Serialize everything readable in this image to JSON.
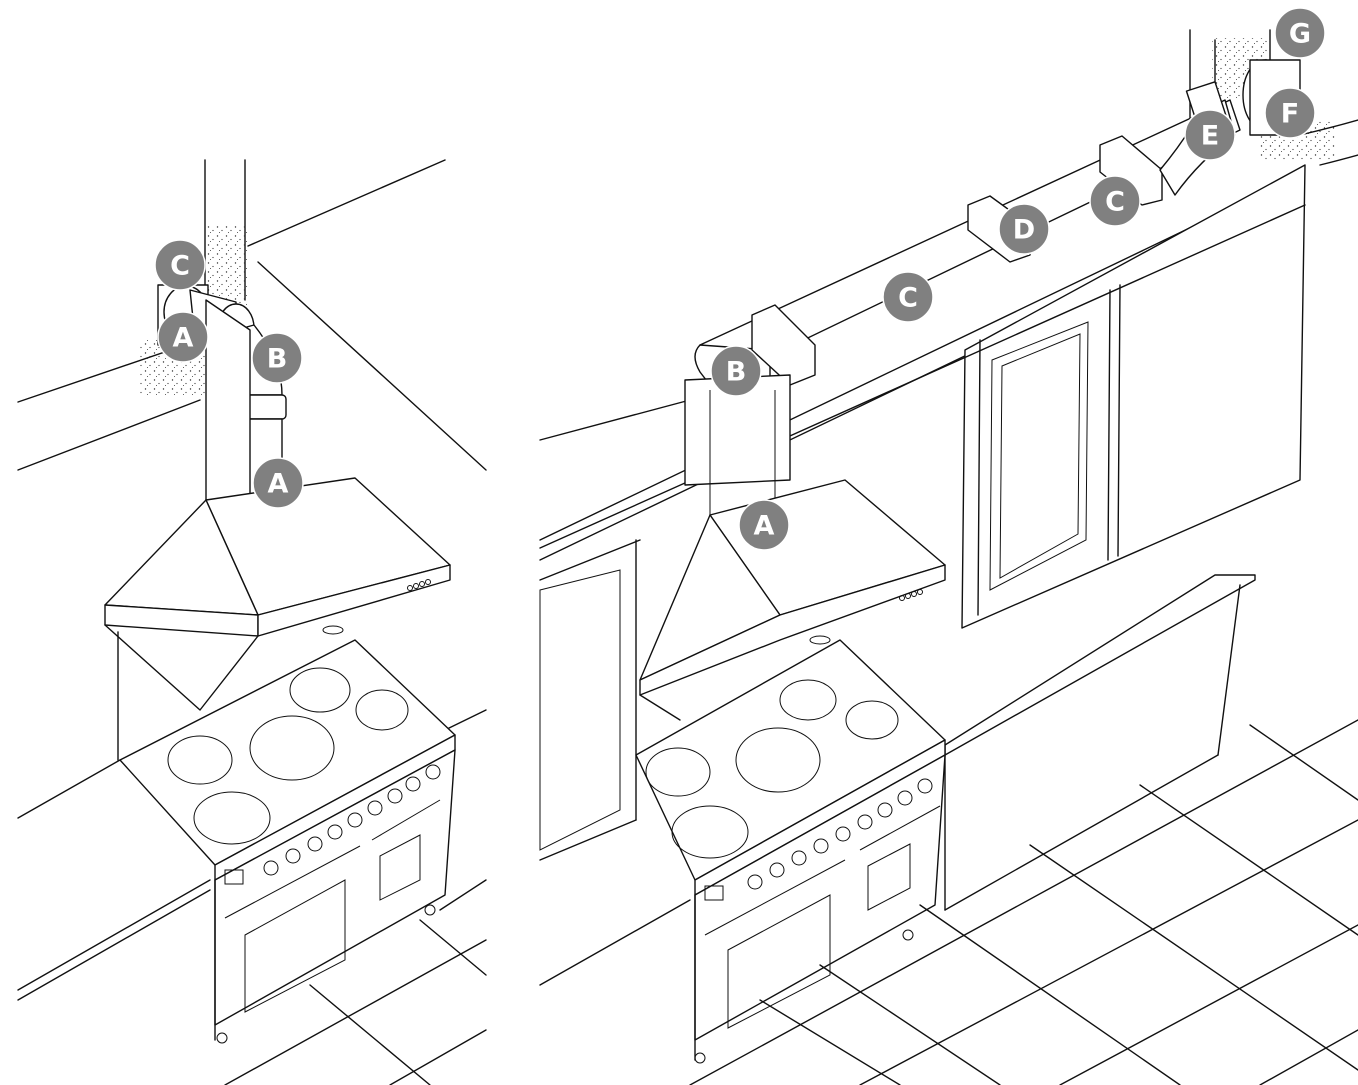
{
  "badge_color": "#808080",
  "badge_text_color": "#ffffff",
  "line_color": "#111111",
  "left_scene": {
    "callouts": [
      {
        "id": "left-a-lower",
        "letter": "A"
      },
      {
        "id": "left-a-upper",
        "letter": "A"
      },
      {
        "id": "left-b",
        "letter": "B"
      },
      {
        "id": "left-c",
        "letter": "C"
      }
    ]
  },
  "right_scene": {
    "callouts": [
      {
        "id": "right-a",
        "letter": "A"
      },
      {
        "id": "right-b",
        "letter": "B"
      },
      {
        "id": "right-c-1",
        "letter": "C"
      },
      {
        "id": "right-d",
        "letter": "D"
      },
      {
        "id": "right-c-2",
        "letter": "C"
      },
      {
        "id": "right-e",
        "letter": "E"
      },
      {
        "id": "right-f",
        "letter": "F"
      },
      {
        "id": "right-g",
        "letter": "G"
      }
    ]
  }
}
